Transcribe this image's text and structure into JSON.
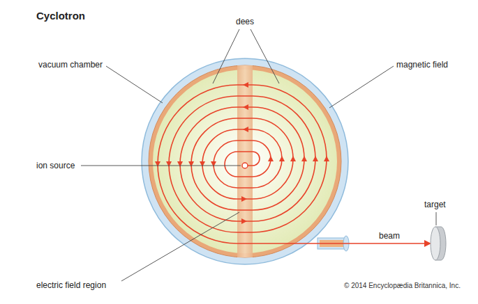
{
  "diagram": {
    "title": "Cyclotron",
    "labels": [
      "dees",
      "vacuum chamber",
      "magnetic field",
      "ion source",
      "target",
      "beam",
      "electric field region",
      "© 2014 Encyclopædia Britannica, Inc."
    ]
  }
}
